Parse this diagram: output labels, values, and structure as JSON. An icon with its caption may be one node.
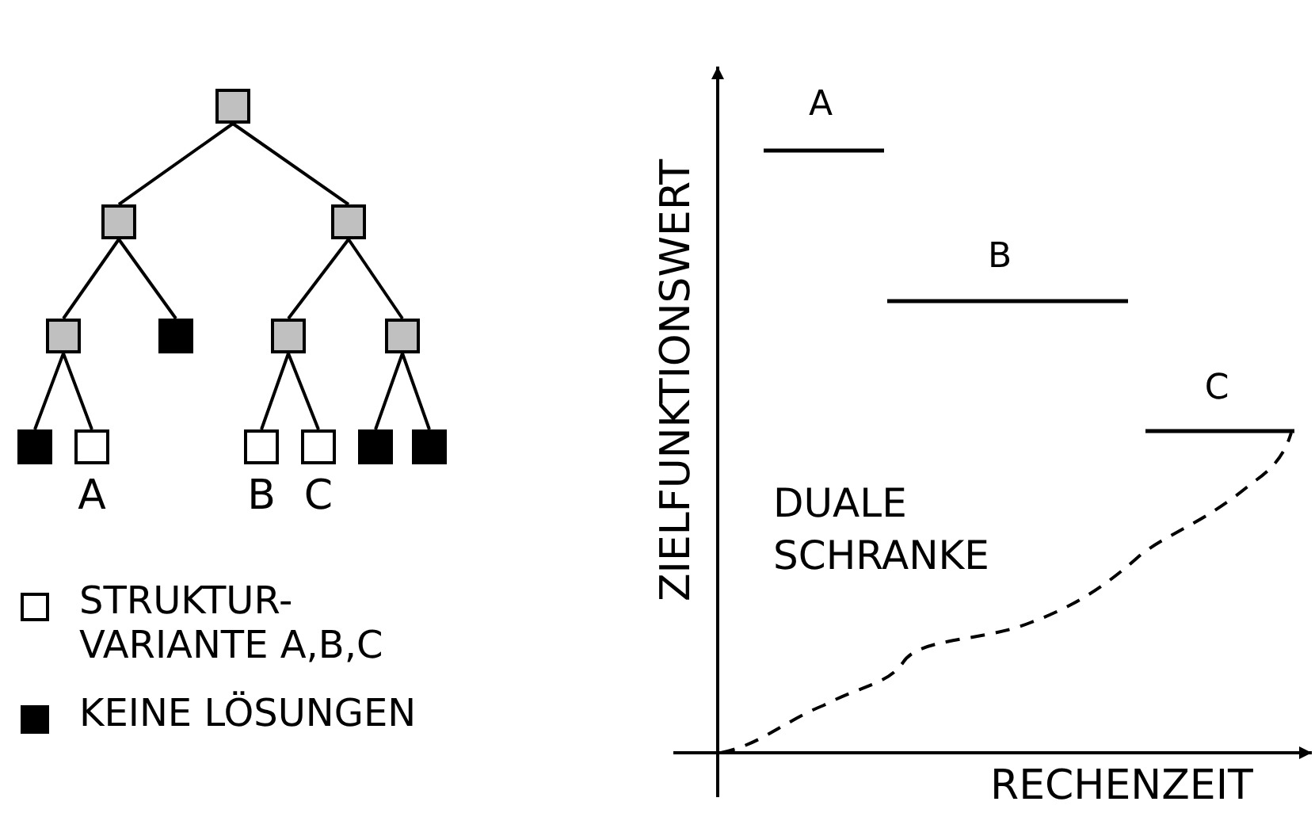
{
  "diagram": {
    "nodes": [
      {
        "text": [],
        "shape": "box"
      },
      {
        "text": [],
        "shape": "box"
      },
      {
        "text": [],
        "shape": "box"
      },
      {
        "text": [],
        "shape": "box"
      },
      {
        "text": [],
        "shape": "box"
      },
      {
        "text": [],
        "shape": "box"
      },
      {
        "text": [],
        "shape": "box"
      },
      {
        "text": [],
        "shape": "box"
      },
      {
        "text": [],
        "shape": "box",
        "beside": [
          "A"
        ]
      },
      {
        "text": [],
        "shape": "box",
        "beside": [
          "B"
        ]
      },
      {
        "text": [],
        "shape": "box",
        "beside": [
          "C"
        ]
      },
      {
        "text": [],
        "shape": "box"
      },
      {
        "text": [],
        "shape": "box"
      }
    ],
    "edges": [
      {
        "from": 0,
        "to": 1,
        "arrow": "none"
      },
      {
        "from": 0,
        "to": 2,
        "arrow": "none"
      },
      {
        "from": 1,
        "to": 3,
        "arrow": "none"
      },
      {
        "from": 1,
        "to": 4,
        "arrow": "none"
      },
      {
        "from": 2,
        "to": 5,
        "arrow": "none"
      },
      {
        "from": 2,
        "to": 6,
        "arrow": "none"
      },
      {
        "from": 3,
        "to": 7,
        "arrow": "none"
      },
      {
        "from": 3,
        "to": 8,
        "arrow": "none"
      },
      {
        "from": 5,
        "to": 9,
        "arrow": "none"
      },
      {
        "from": 5,
        "to": 10,
        "arrow": "none"
      },
      {
        "from": 6,
        "to": 11,
        "arrow": "none"
      },
      {
        "from": 6,
        "to": 12,
        "arrow": "none"
      }
    ],
    "labels": [
      "ZIELFUNKTIONSWERT",
      "A",
      "B",
      "C",
      "DUALE SCHRANKE",
      "RECHENZEIT"
    ],
    "legend": [
      {
        "text": "STRUKTUR- VARIANTE A,B,C",
        "color": "#ffffff"
      },
      {
        "text": "KEINE LÖSUNGEN",
        "color": "#000000"
      }
    ]
  }
}
